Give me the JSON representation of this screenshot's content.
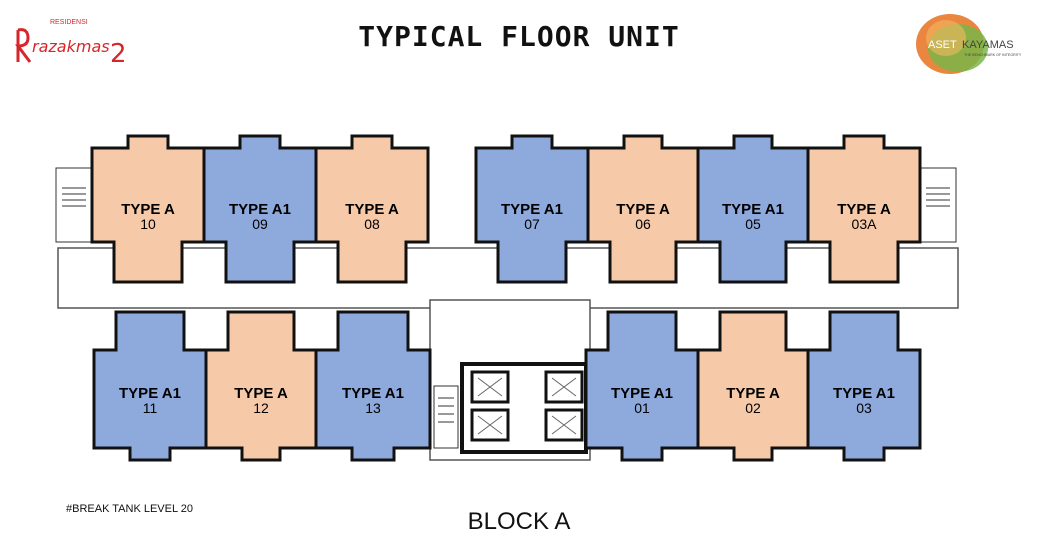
{
  "header": {
    "title": "TYPICAL FLOOR UNIT",
    "left_logo": {
      "small_text": "RESIDENSI",
      "main_text": "razakmas",
      "number": "2"
    },
    "right_logo": {
      "text_left": "ASET",
      "text_right": "KAYAMAS",
      "tagline": "THE BENCHMARK OF INTEGRITY"
    }
  },
  "footer": {
    "note": "#BREAK TANK LEVEL 20",
    "block_label": "BLOCK A"
  },
  "colors": {
    "type_a": "#f6c9a9",
    "type_a1": "#8ea9db",
    "wall": "#111111",
    "corridor": "#ffffff",
    "logo_red": "#d7262b",
    "logo_orange": "#e8792a",
    "logo_green": "#7ab648"
  },
  "units": [
    {
      "type": "TYPE A",
      "number": "10"
    },
    {
      "type": "TYPE A1",
      "number": "09"
    },
    {
      "type": "TYPE A",
      "number": "08"
    },
    {
      "type": "TYPE A1",
      "number": "07"
    },
    {
      "type": "TYPE A",
      "number": "06"
    },
    {
      "type": "TYPE A1",
      "number": "05"
    },
    {
      "type": "TYPE A",
      "number": "03A"
    },
    {
      "type": "TYPE A1",
      "number": "11"
    },
    {
      "type": "TYPE A",
      "number": "12"
    },
    {
      "type": "TYPE A1",
      "number": "13"
    },
    {
      "type": "TYPE A1",
      "number": "01"
    },
    {
      "type": "TYPE A",
      "number": "02"
    },
    {
      "type": "TYPE A1",
      "number": "03"
    }
  ]
}
